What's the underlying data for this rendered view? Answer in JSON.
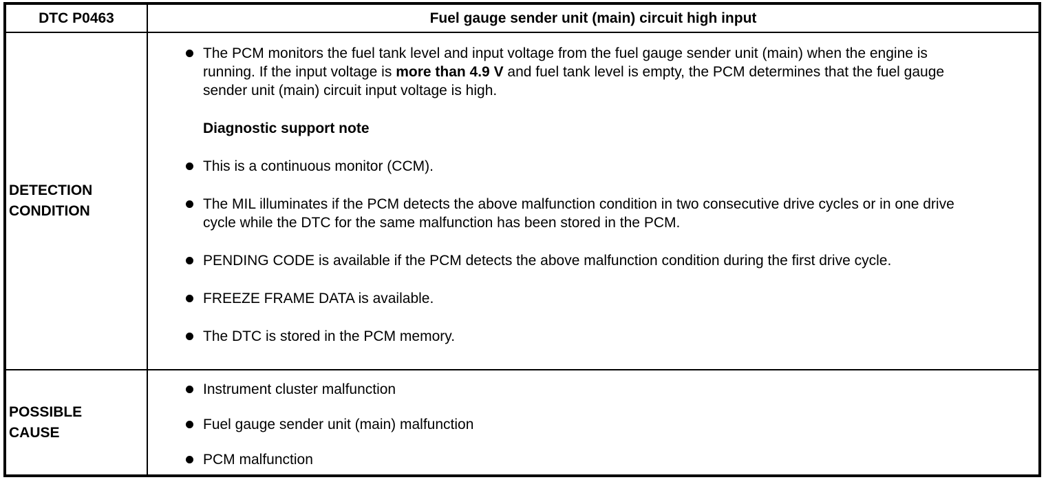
{
  "doc": {
    "colors": {
      "border": "#000000",
      "text": "#000000",
      "background": "#ffffff"
    },
    "header": {
      "code": "DTC P0463",
      "title": "Fuel gauge sender unit (main) circuit high input"
    },
    "detection": {
      "label": "DETECTION CONDITION",
      "intro": {
        "pre": "The PCM monitors the fuel tank level and input voltage from the fuel gauge sender unit (main) when the engine is running. If the input voltage is ",
        "bold": "more than 4.9 V",
        "post": " and fuel tank level is empty, the PCM determines that the fuel gauge sender unit (main) circuit input voltage is high."
      },
      "note_heading": "Diagnostic support note",
      "bullets": [
        "This is a continuous monitor (CCM).",
        "The MIL illuminates if the PCM detects the above malfunction condition in two consecutive drive cycles or in one drive cycle while the DTC for the same malfunction has been stored in the PCM.",
        "PENDING CODE is available if the PCM detects the above malfunction condition during the first drive cycle.",
        "FREEZE FRAME DATA is available.",
        "The DTC is stored in the PCM memory."
      ]
    },
    "cause": {
      "label": "POSSIBLE CAUSE",
      "bullets": [
        "Instrument cluster malfunction",
        "Fuel gauge sender unit (main) malfunction",
        "PCM malfunction"
      ]
    }
  }
}
